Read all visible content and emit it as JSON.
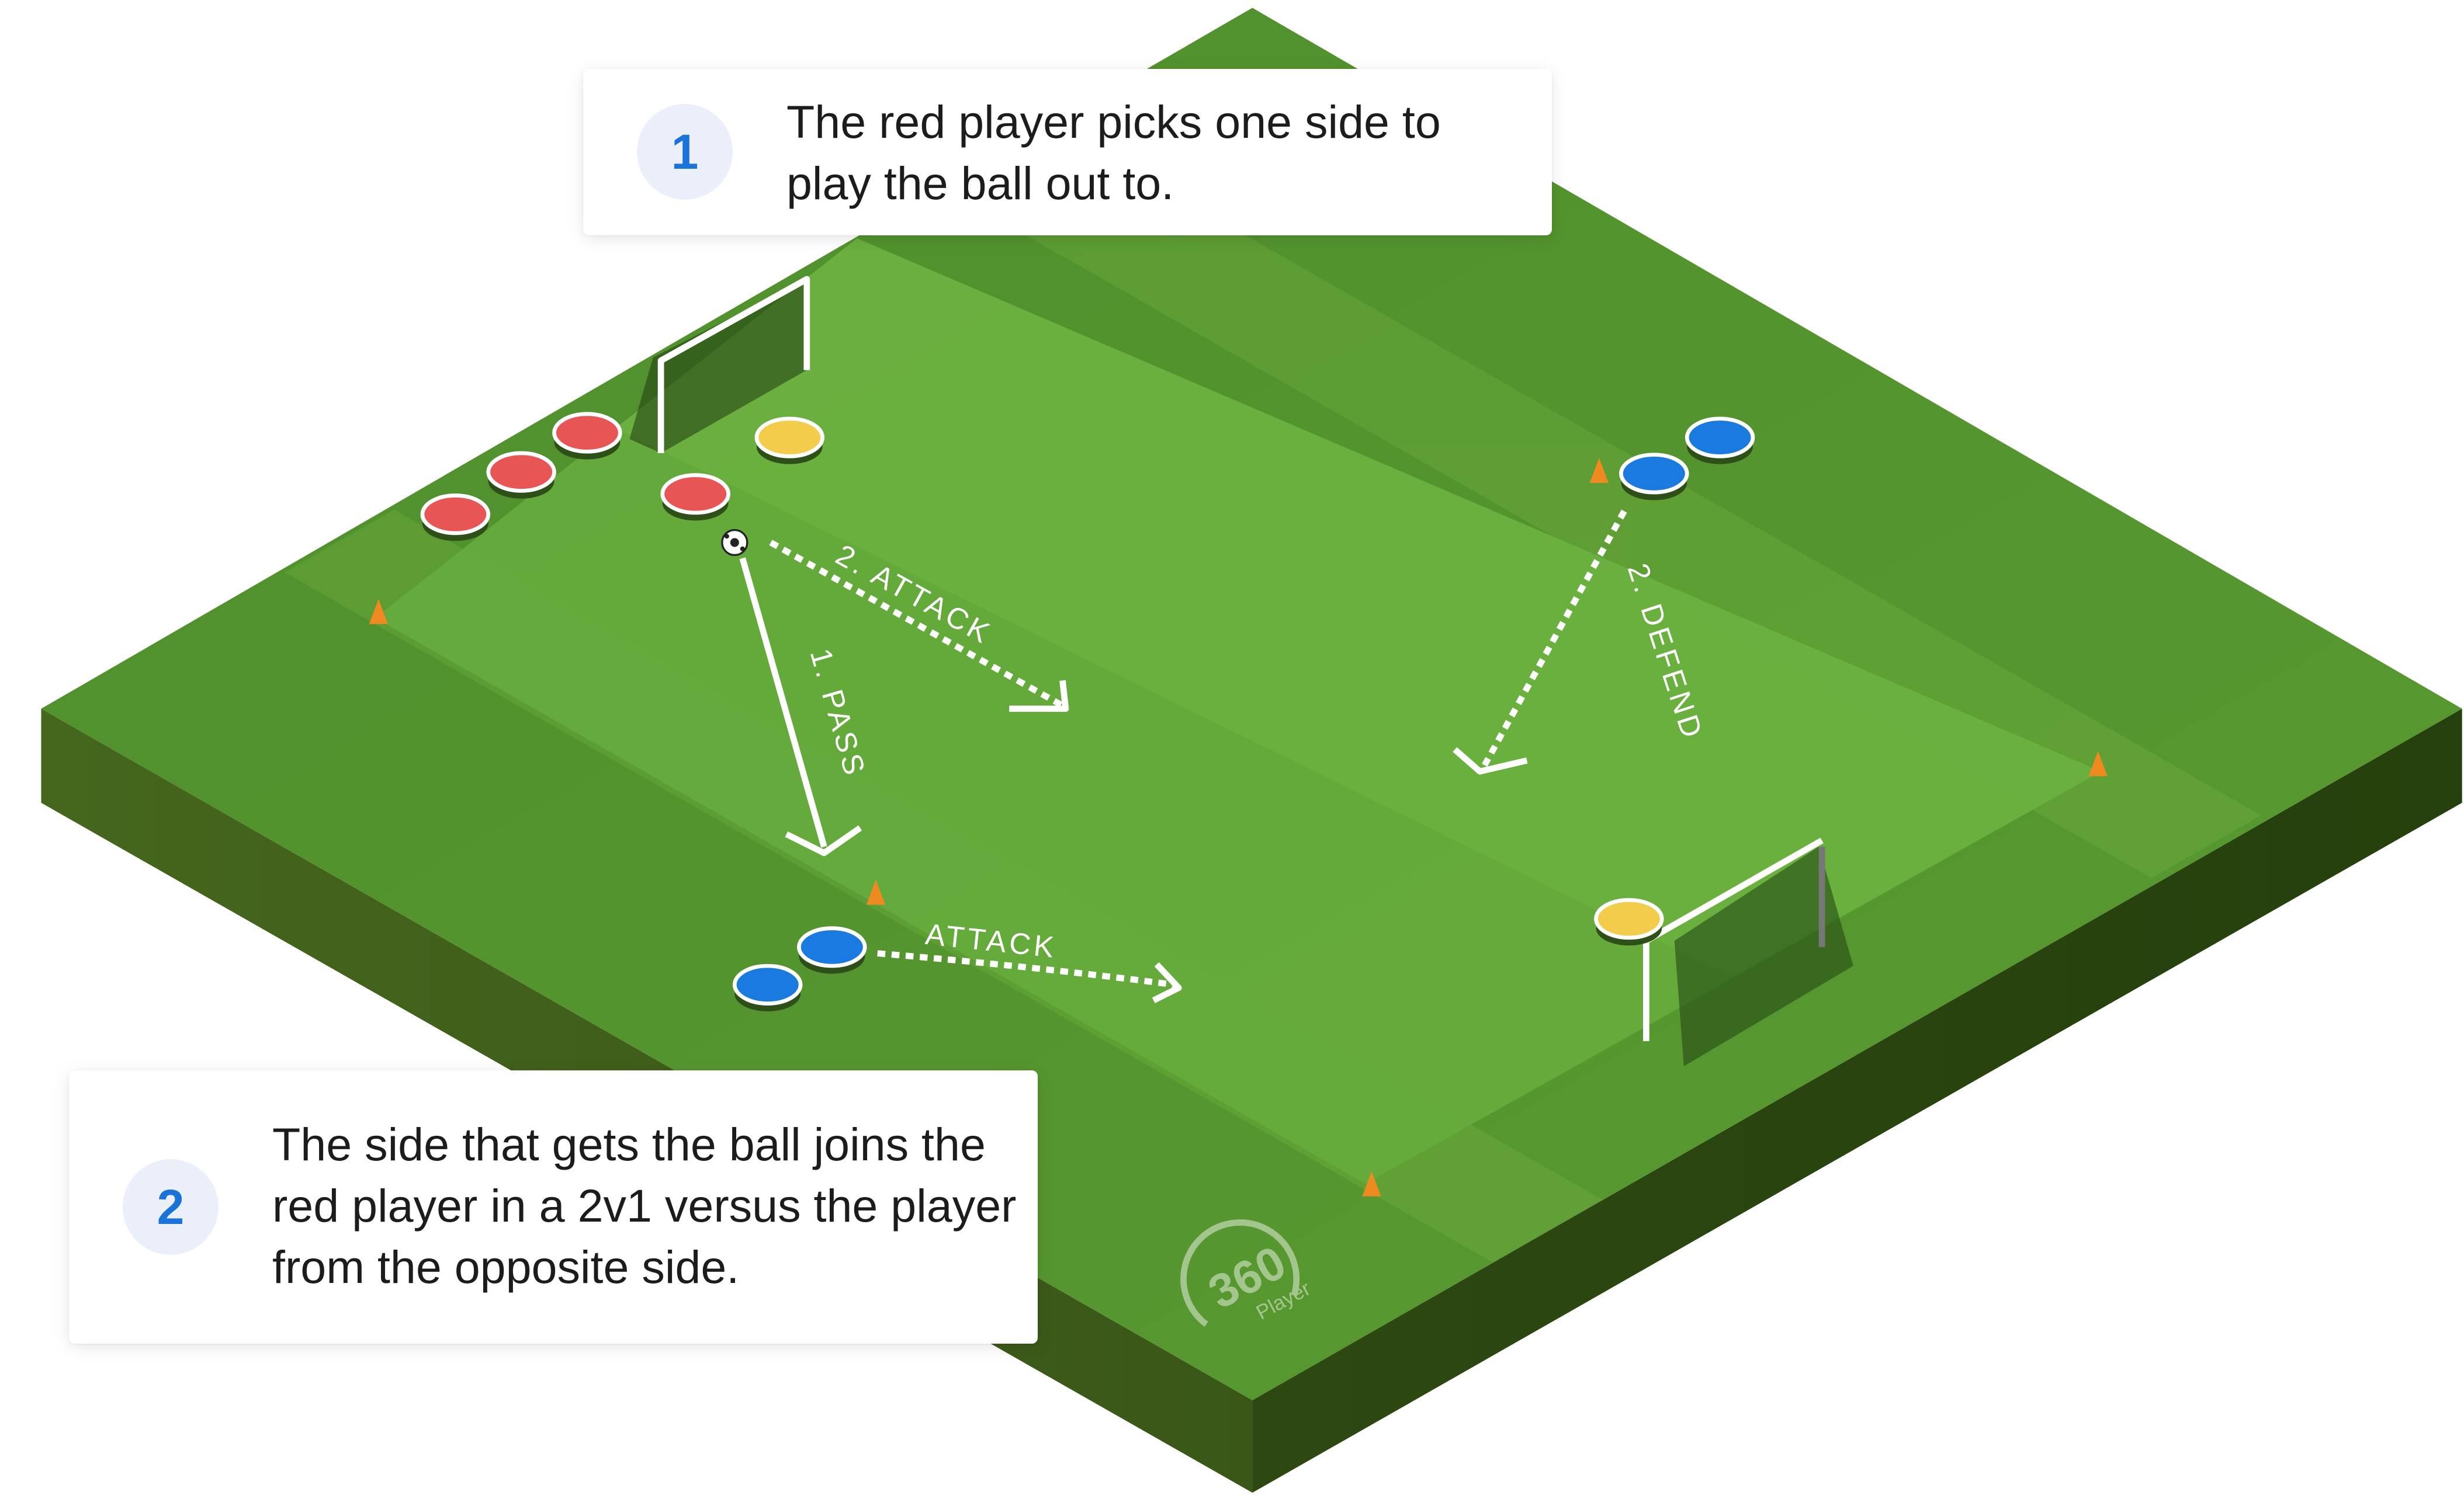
{
  "colors": {
    "red_player": "#e85555",
    "blue_player": "#1a7ae0",
    "yellow_player": "#f2cc4a",
    "pitch": "#5ea33a",
    "base_side": "#3a5a18",
    "cone": "#ee8a1f",
    "badge_text": "#1a73d8"
  },
  "callouts": [
    {
      "number": "1",
      "text": "The red player picks one side to play the ball out to."
    },
    {
      "number": "2",
      "text": "The side that gets the ball joins the red player in a 2v1 versus the player from the opposite side."
    }
  ],
  "arrow_labels": {
    "pass": "1. PASS",
    "attack_top": "2. ATTACK",
    "defend": "2. DEFEND",
    "attack_bottom": "ATTACK"
  },
  "logo": {
    "number": "360",
    "word": "Player"
  }
}
